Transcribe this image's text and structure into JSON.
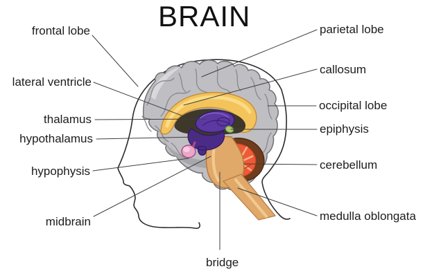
{
  "title": "BRAIN",
  "labels": {
    "left": [
      {
        "text": "frontal lobe"
      },
      {
        "text": "lateral ventricle"
      },
      {
        "text": "thalamus"
      },
      {
        "text": "hypothalamus"
      },
      {
        "text": "hypophysis"
      },
      {
        "text": "midbrain"
      }
    ],
    "right": [
      {
        "text": "parietal lobe"
      },
      {
        "text": "callosum"
      },
      {
        "text": "occipital lobe"
      },
      {
        "text": "epiphysis"
      },
      {
        "text": "cerebellum"
      },
      {
        "text": "medulla oblongata"
      }
    ],
    "bottom": [
      {
        "text": "bridge"
      }
    ]
  },
  "colors": {
    "text": "#1c1c1c",
    "leader_line": "#3f3f3f",
    "head_outline": "#2b2b2b",
    "cerebrum": "#bfbfc3",
    "cerebrum_shadow": "#a2a2a7",
    "cerebrum_outline": "#707075",
    "gyri_line": "#87878c",
    "callosum": "#f4c45c",
    "callosum_light": "#fbdc85",
    "callosum_outline": "#c6903b",
    "ventricle_dark": "#3e382a",
    "thalamus": "#5c39a2",
    "thalamus_outline": "#331d6b",
    "hypothalamus": "#4b2b88",
    "epiphysis": "#a9c973",
    "epiphysis_outline": "#62803a",
    "hypophysis": "#eba6c9",
    "hypophysis_light": "#f7cce3",
    "hypophysis_outline": "#a84f85",
    "brainstem": "#e0a96a",
    "brainstem_light": "#f4d096",
    "brainstem_outline": "#b5793c",
    "cerebellum_outer": "#6f3d1e",
    "cerebellum_outer_outline": "#4e280e",
    "cerebellum_inner": "#ee5a36",
    "cerebellum_inner_outline": "#c23c1c",
    "cerebellum_streak": "#ffb18c"
  }
}
